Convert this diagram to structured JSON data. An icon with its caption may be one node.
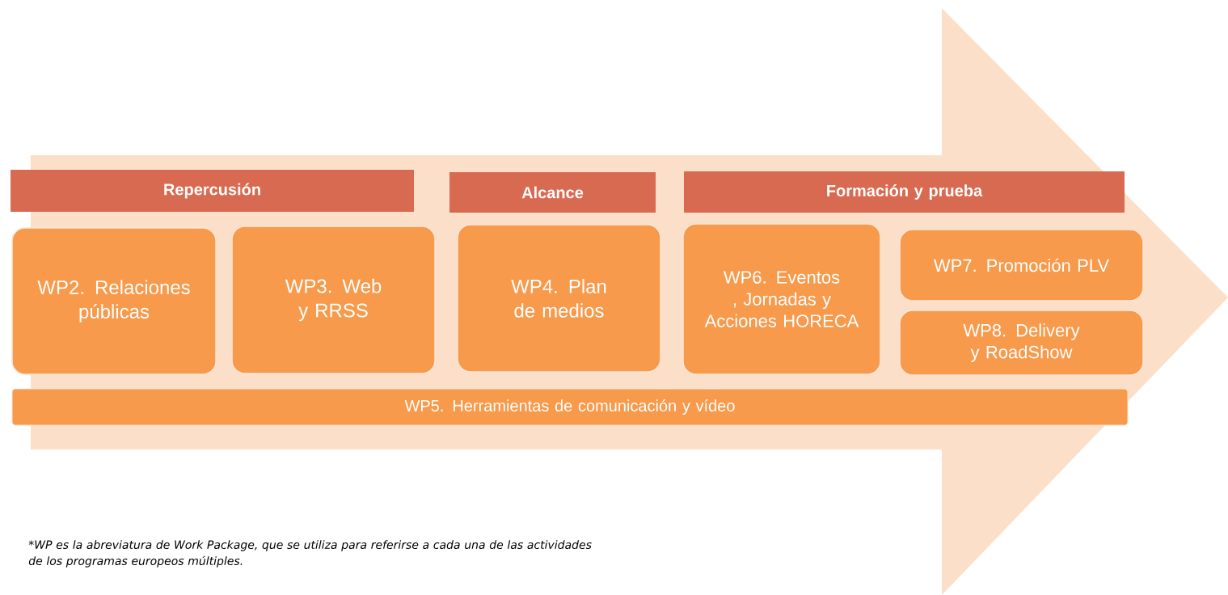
{
  "diagram": {
    "nodes": [
      {
        "text": [
          "Repercusión"
        ]
      },
      {
        "text": [
          "Alcance"
        ]
      },
      {
        "text": [
          "Formación y prueba"
        ]
      },
      {
        "text": [
          "WP2. Relaciones públicas"
        ]
      },
      {
        "text": [
          "WP3. Web y RRSS"
        ]
      },
      {
        "text": [
          "WP4. Plan de medios"
        ]
      },
      {
        "text": [
          "WP6. Eventos , Jornadas y Acciones HORECA"
        ]
      },
      {
        "text": [
          "WP7. Promoción PLV"
        ]
      },
      {
        "text": [
          "WP8. Delivery y RoadShow"
        ]
      },
      {
        "text": [
          "WP5. Herramientas de comunicación y vídeo"
        ]
      }
    ],
    "labels": [
      "*WP es la abreviatura de Work Package, que se utiliza para referirse a cada una de las actividades de los programas europeos múltiples."
    ]
  }
}
